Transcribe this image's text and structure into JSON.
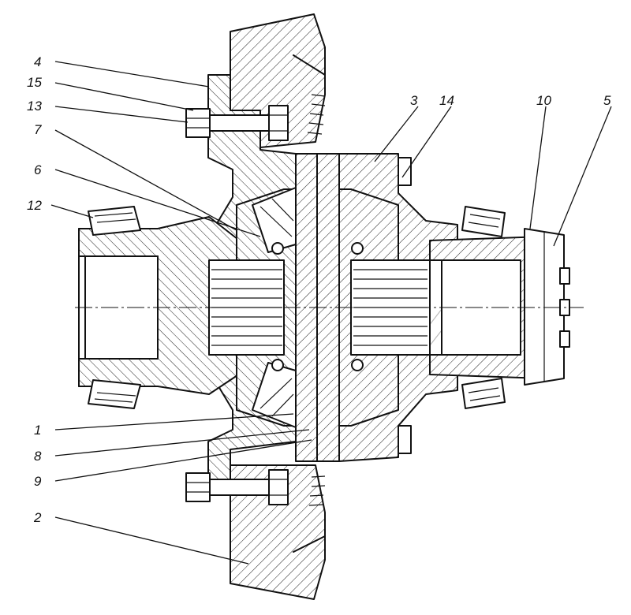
{
  "callouts": [
    {
      "id": "4",
      "label": "4"
    },
    {
      "id": "15",
      "label": "15"
    },
    {
      "id": "13",
      "label": "13"
    },
    {
      "id": "7",
      "label": "7"
    },
    {
      "id": "6",
      "label": "6"
    },
    {
      "id": "12",
      "label": "12"
    },
    {
      "id": "3",
      "label": "3"
    },
    {
      "id": "14",
      "label": "14"
    },
    {
      "id": "10",
      "label": "10"
    },
    {
      "id": "5",
      "label": "5"
    },
    {
      "id": "1",
      "label": "1"
    },
    {
      "id": "8",
      "label": "8"
    },
    {
      "id": "9",
      "label": "9"
    },
    {
      "id": "2",
      "label": "2"
    }
  ]
}
